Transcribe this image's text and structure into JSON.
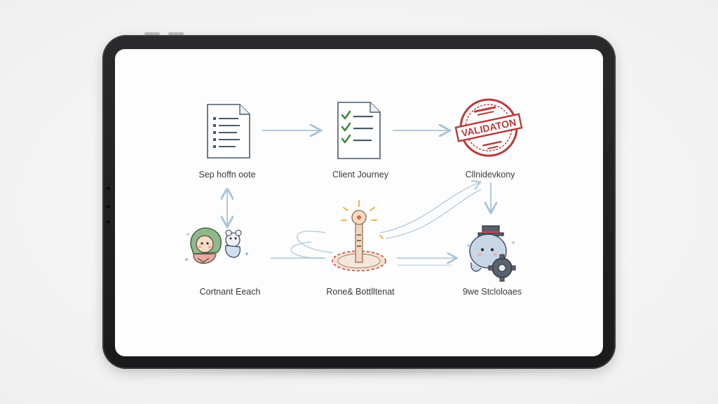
{
  "diagram": {
    "nodes": [
      {
        "id": "n1",
        "label": "Sep hoffn oote",
        "icon": "document-list-icon"
      },
      {
        "id": "n2",
        "label": "Client Journey",
        "icon": "checklist-document-icon"
      },
      {
        "id": "n3",
        "label": "Cllnidevkony",
        "icon": "validation-stamp-icon"
      },
      {
        "id": "n4",
        "label": "Cortnant Eeach",
        "icon": "characters-illustration-icon"
      },
      {
        "id": "n5",
        "label": "Rone& Bottlltenat",
        "icon": "lightbulb-tower-icon"
      },
      {
        "id": "n6",
        "label": "9we Stcloloaes",
        "icon": "robot-gear-icon"
      }
    ],
    "stamp_text": "VALIDATON"
  },
  "colors": {
    "arrow": "#a9c3d8",
    "stamp": "#b83a3a",
    "check": "#3f8a3a",
    "doc_stroke": "#4a5a6a",
    "bezel": "#1e1e20"
  }
}
